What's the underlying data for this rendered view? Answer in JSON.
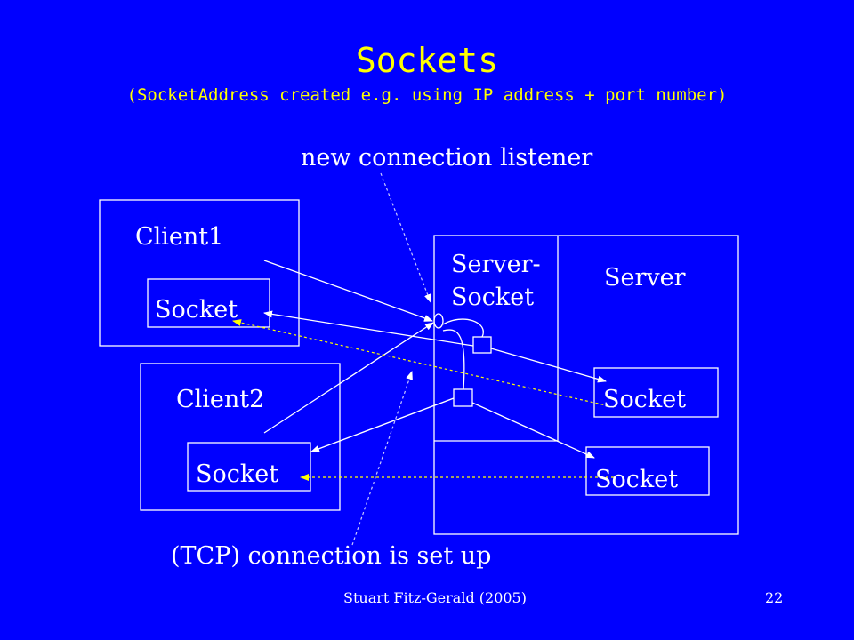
{
  "slide": {
    "title": "Sockets",
    "subtitle": "(SocketAddress created e.g. using IP address + port number)",
    "footer_author": "Stuart Fitz-Gerald (2005)",
    "page_number": "22"
  },
  "labels": {
    "listener": "new connection listener",
    "client1": "Client1",
    "client1_socket": "Socket",
    "client2": "Client2",
    "client2_socket": "Socket",
    "server_socket_line1": "Server-",
    "server_socket_line2": "Socket",
    "server": "Server",
    "server_socket_a": "Socket",
    "server_socket_b": "Socket",
    "connection": "(TCP) connection is set up"
  },
  "colors": {
    "background": "#0000ff",
    "title": "#ffff00",
    "text": "#ffffff",
    "dashed_connection": "#ffff00"
  }
}
